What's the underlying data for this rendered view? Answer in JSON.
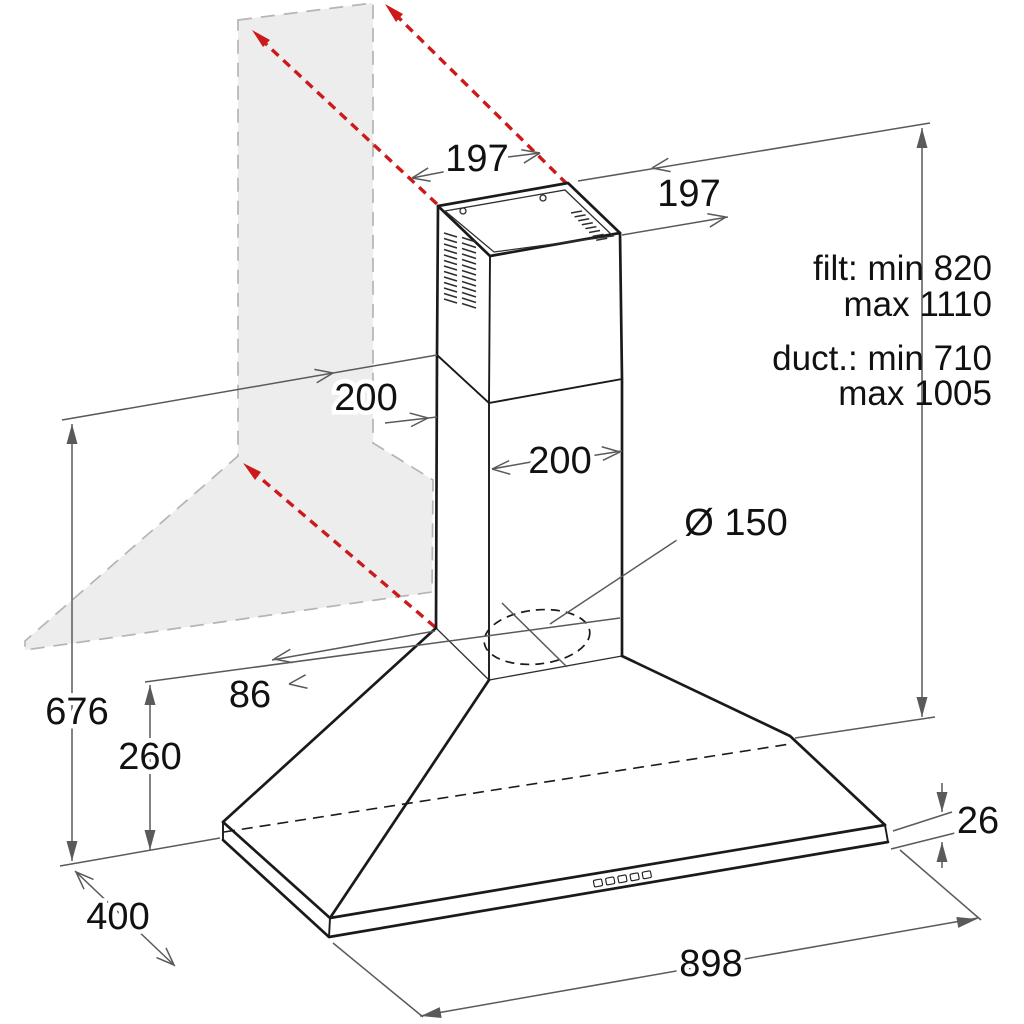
{
  "title": "Cooker hood installation dimensions diagram",
  "dimensions": {
    "chimney_top_width": "197",
    "chimney_top_depth": "197",
    "chimney_lower_offset": "200",
    "chimney_lower_width": "200",
    "duct_diameter": "Ø 150",
    "wall_gap": "86",
    "total_reference_height": "676",
    "canopy_height": "260",
    "canopy_depth": "400",
    "canopy_width": "898",
    "rim_thickness": "26"
  },
  "annotations": {
    "filter_height_line1": "filt: min 820",
    "filter_height_line2": "max 1110",
    "duct_height_line1": "duct.: min 710",
    "duct_height_line2": "max 1005"
  },
  "colors": {
    "line": "#1a1a1a",
    "dimension": "#5a5a5a",
    "red_arrow": "#cc1a1a",
    "wall_shadow": "#ededed",
    "shadow_border": "#b5b5b5",
    "background": "#ffffff"
  }
}
